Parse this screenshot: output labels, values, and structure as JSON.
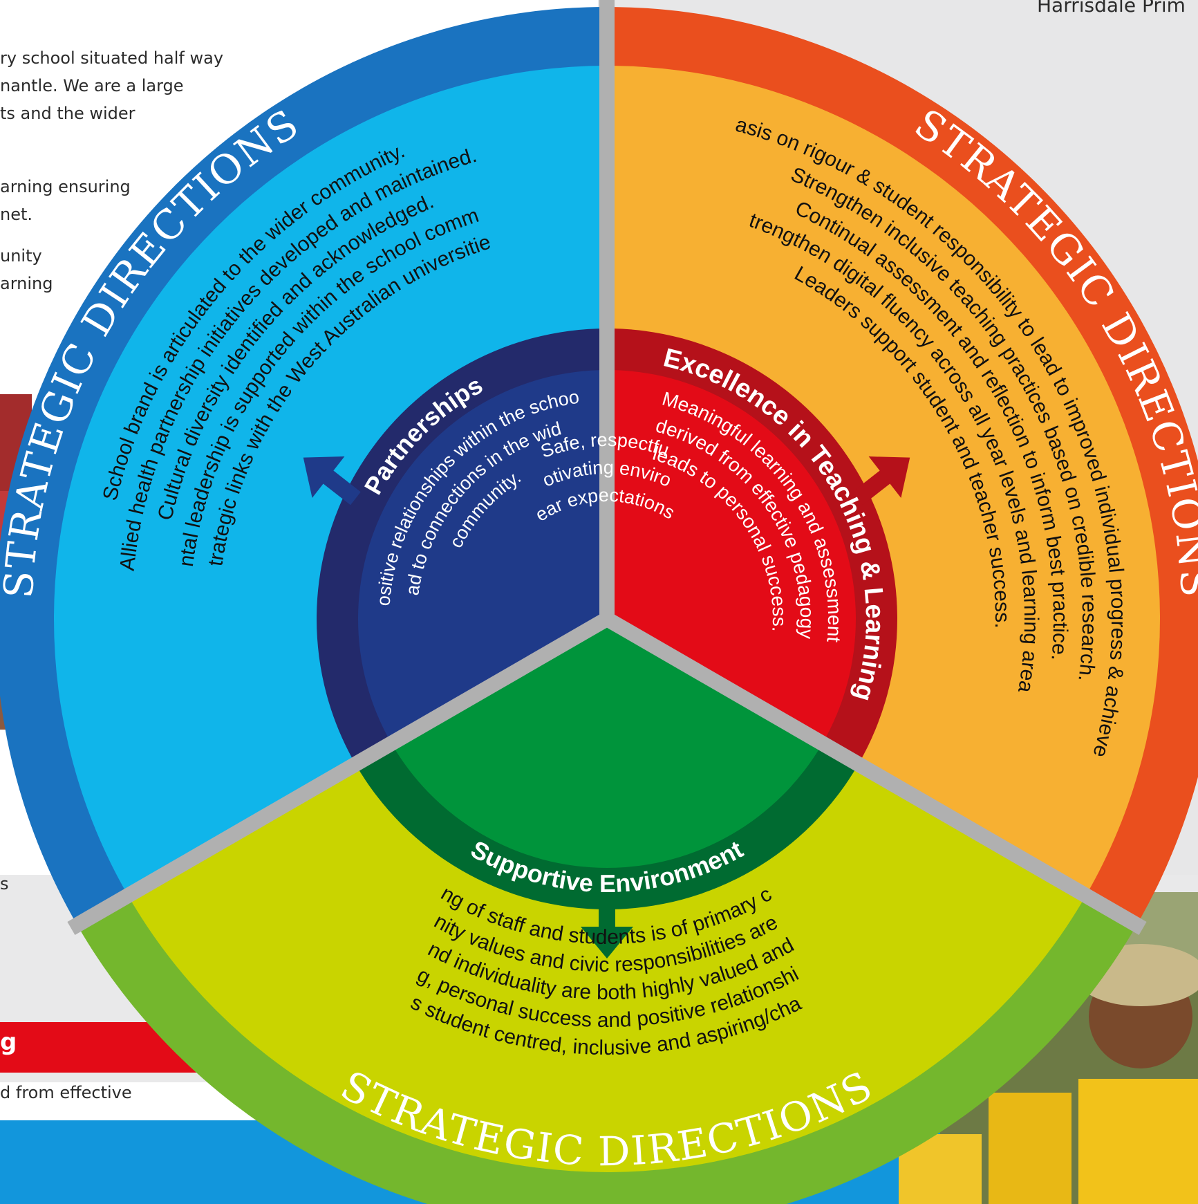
{
  "header": {
    "school_name_fragment": "Harrisdale Prim"
  },
  "left_column": {
    "intro_lines": [
      "ry school situated half way",
      "nantle. We are a large",
      "ts and the wider"
    ],
    "para2_lines": [
      "arning ensuring",
      "net."
    ],
    "para3_lines": [
      "unity",
      "arning"
    ],
    "fragment_s": "s",
    "banner_fragment": "g",
    "banner_text_fragment": "d from effective"
  },
  "colors": {
    "partnerships_outer": "#1a73c0",
    "partnerships_mid": "#10b5ea",
    "partnerships_inner": "#1f3a89",
    "partnerships_inner_ring": "#232a6b",
    "excellence_outer": "#ea4f1e",
    "excellence_mid": "#f7b032",
    "excellence_inner": "#e30b17",
    "excellence_inner_ring": "#b5111a",
    "supportive_outer": "#74b72d",
    "supportive_mid": "#c9d400",
    "supportive_inner": "#00943b",
    "supportive_inner_ring": "#006b31",
    "gap": "#b0b0b0",
    "banner_red": "#e30b17",
    "bottom_blue": "#1296dc"
  },
  "sectors": {
    "partnerships": {
      "ring_label": "STRATEGIC DIRECTIONS",
      "title": "Partnerships",
      "core_lines": [
        "Positive relationships within the school",
        "lead to connections in the wider",
        "community."
      ],
      "directions": [
        "School brand is articulated to the wider community.",
        "Allied health partnership initiatives developed and maintained.",
        "Cultural diversity identified and acknowledged.",
        "Parental leadership is supported within the school community.",
        "Strategic links with  the West Australian universities"
      ],
      "arrow_icon": "arrow-up-left-icon"
    },
    "excellence": {
      "ring_label": "STRATEGIC DIRECTIONS",
      "title": "Excellence in Teaching & Learning",
      "core_lines": [
        "Meaningful learning and assessment",
        "derived from effective pedagogy",
        "leads to personal success."
      ],
      "directions": [
        "Emphasis on rigour & student responsibility to lead to improved individual progress & achievement.",
        "Strengthen inclusive teaching practices based on credible research.",
        "Continual assessment and reflection to inform best practice.",
        "Strengthen digital fluency across all year levels and learning areas.",
        "Leaders support student and teacher success."
      ],
      "arrow_icon": "arrow-up-right-icon"
    },
    "supportive": {
      "ring_label": "STRATEGIC DIRECTIONS",
      "title": "Supportive Environment",
      "core_lines": [
        "Safe, respectful",
        "and motivating environment",
        "with clear expectations for all."
      ],
      "directions": [
        "Wellbeing of staff and students is of primary concern.",
        "Community values and civic responsibilities are shared.",
        "Teamwork and individuality are both highly valued and respected.",
        "Emotional wellbeing, personal success and positive relationships are maintained.",
        "Educational focus is student centred, inclusive and aspiring/challenging/stimulating"
      ],
      "arrow_icon": "arrow-down-icon"
    }
  }
}
